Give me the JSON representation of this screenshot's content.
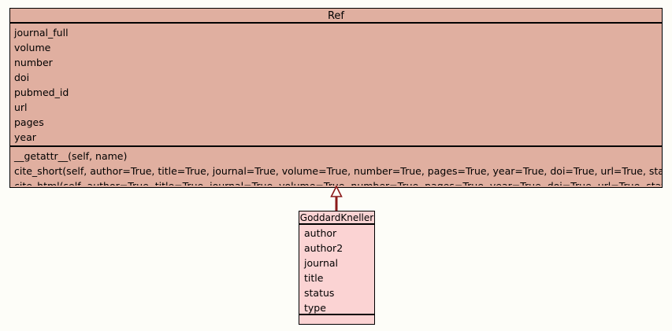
{
  "diagram": {
    "type": "uml-class-diagram",
    "background_color": "#fdfdf8",
    "classes": [
      {
        "id": "ref",
        "name": "Ref",
        "fill_color": "#e0afa0",
        "border_color": "#000000",
        "attributes": [
          "journal_full",
          "volume",
          "number",
          "doi",
          "pubmed_id",
          "url",
          "pages",
          "year"
        ],
        "methods": [
          "__getattr__(self, name)",
          "cite_short(self, author=True, title=True, journal=True, volume=True, number=True, pages=True, year=True, doi=True, url=True, status=True)",
          "cite_html(self, author=True, title=True, journal=True, volume=True, number=True, pages=True, year=True, doi=True, url=True, status=True)"
        ]
      },
      {
        "id": "goddardkneller",
        "name": "GoddardKneller",
        "fill_color": "#fbd3d3",
        "border_color": "#000000",
        "attributes": [
          "author",
          "author2",
          "journal",
          "title",
          "status",
          "type"
        ],
        "methods": []
      }
    ],
    "relationships": [
      {
        "id": "inheritance-goddardkneller-ref",
        "type": "generalization",
        "from": "GoddardKneller",
        "to": "Ref",
        "arrow": "hollow-triangle",
        "line_color": "#8b1a1a"
      }
    ]
  }
}
